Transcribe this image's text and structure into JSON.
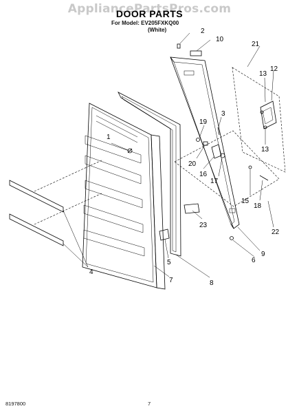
{
  "watermark": "AppliancePartsPros.com",
  "title": "DOOR PARTS",
  "model_line": "For Model: EV205FXKQ00",
  "variant": "(White)",
  "callouts": [
    "1",
    "2",
    "3",
    "4",
    "5",
    "6",
    "7",
    "8",
    "9",
    "10",
    "12",
    "13",
    "13",
    "15",
    "16",
    "17",
    "18",
    "19",
    "20",
    "21",
    "22",
    "23"
  ],
  "footer": {
    "doc_number": "8197800",
    "page_number": "7"
  }
}
